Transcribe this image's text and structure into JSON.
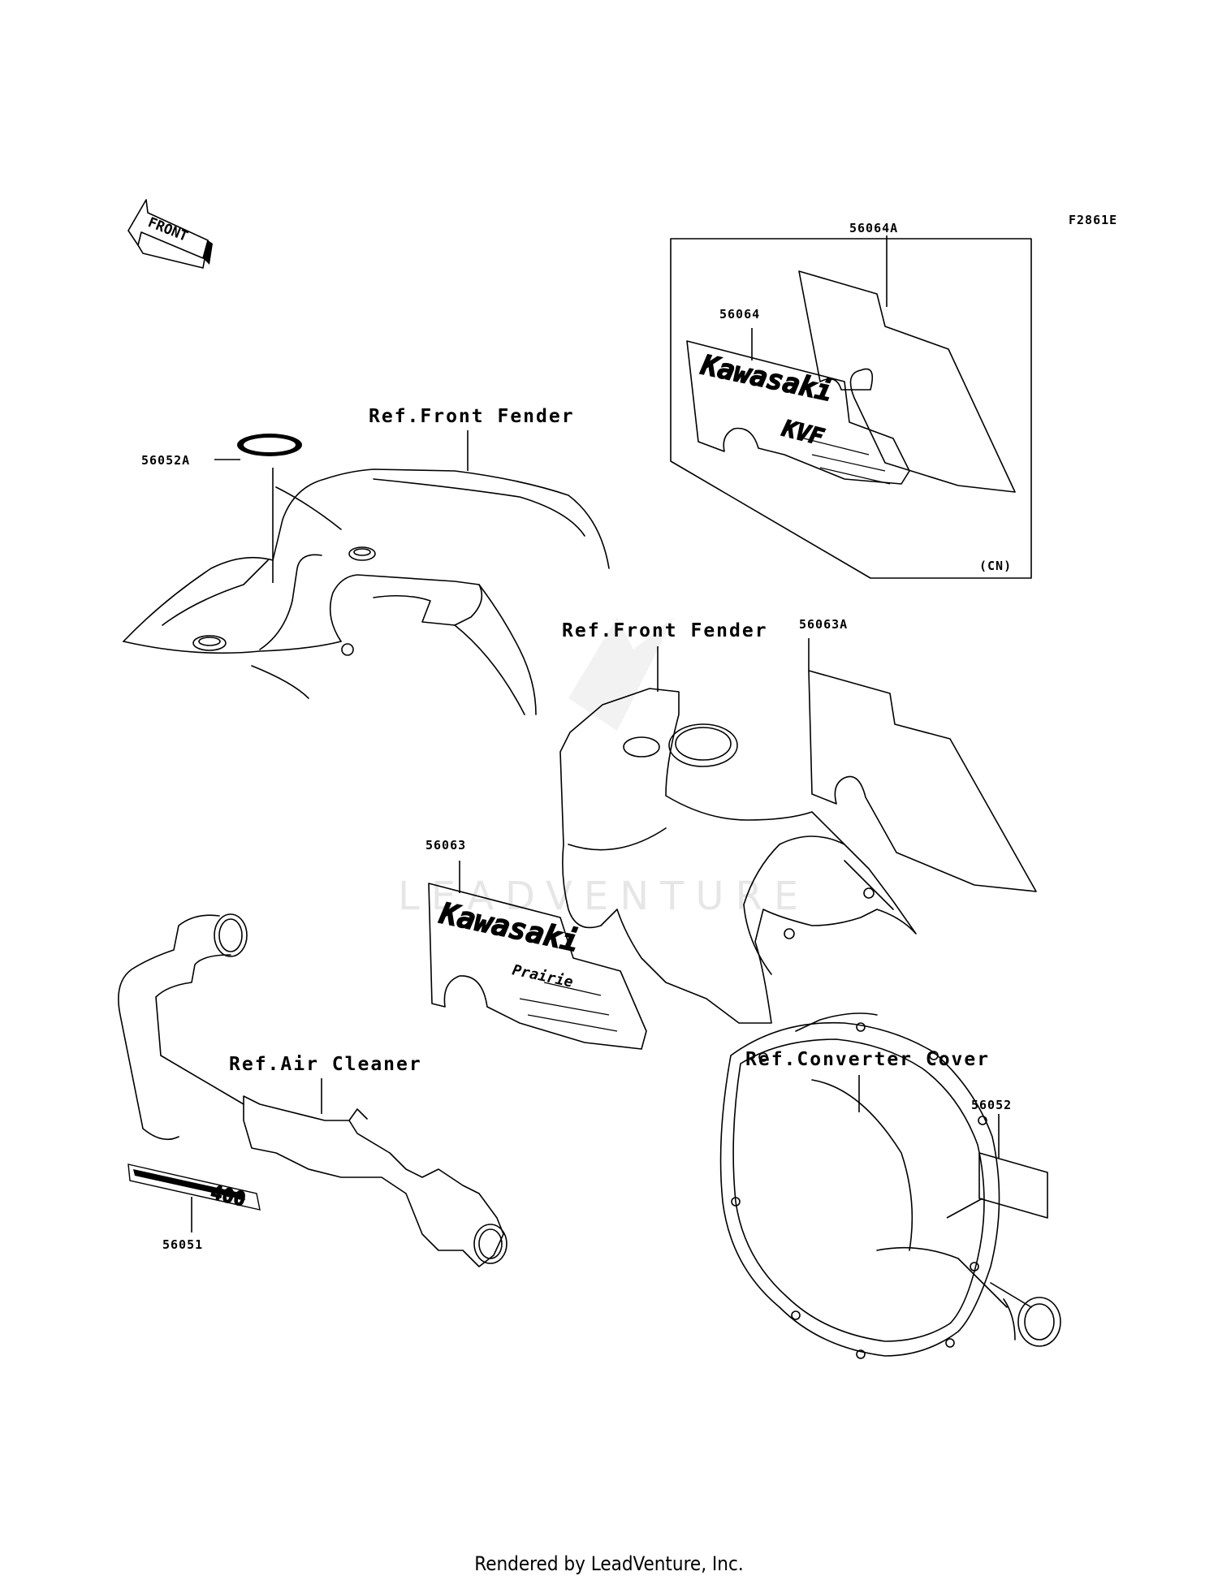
{
  "figure_code": "F2861E",
  "direction_arrow": "FRONT",
  "watermark": "LEADVENTURE",
  "footer": "Rendered by LeadVenture, Inc.",
  "inset_note": "(CN)",
  "refs": {
    "front_fender_top": "Ref.Front Fender",
    "front_fender_mid": "Ref.Front Fender",
    "air_cleaner": "Ref.Air Cleaner",
    "converter_cover": "Ref.Converter Cover"
  },
  "parts": {
    "p56052A": "56052A",
    "p56064A": "56064A",
    "p56064": "56064",
    "p56063A": "56063A",
    "p56063": "56063",
    "p56052": "56052",
    "p56051": "56051"
  },
  "decal_text": {
    "brand": "Kawasaki",
    "kvf": "KVF",
    "prairie": "Prairie",
    "model_number": "400"
  }
}
